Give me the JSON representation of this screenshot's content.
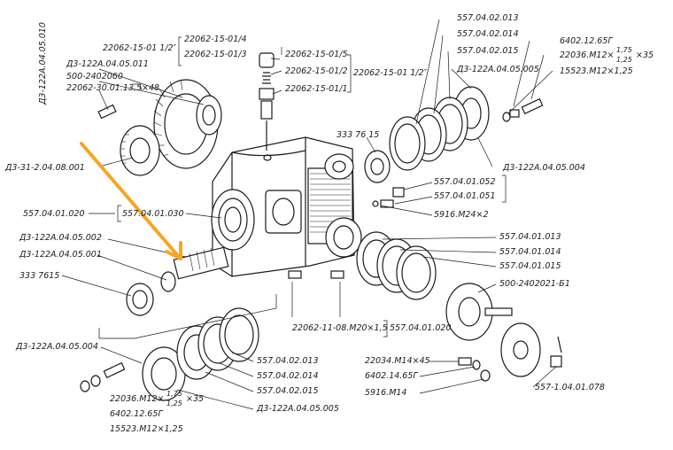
{
  "accent_color": "#f5a623",
  "labels": {
    "l_d3_1224_05010": "Д3-122А.04.05.010",
    "l_d3_1224_05011": "Д3-122А.04.05.011",
    "l_500_2402060": "500-2402060",
    "l_22062_30_01": "22062-30.01.13,5×48",
    "l_22062_15_01_half": "22062-15-01 1/2″",
    "l_22062_15_01_4": "22062-15-01/4",
    "l_22062_15_01_3": "22062-15-01/3",
    "l_22062_15_01_5": "22062-15-01/5",
    "l_22062_15_01_2": "22062-15-01/2",
    "l_22062_15_01_1": "22062-15-01/1",
    "l_22062_15_01_half_r": "22062-15-01 1/2″",
    "l_d3_31_2_04": "Д3-31-2.04.08.001",
    "l_557_04_01_020": "557.04.01.020",
    "l_557_04_01_030": "557.04.01.030",
    "l_d3_1224_05002": "Д3-122А.04.05.002",
    "l_d3_1224_05001": "Д3-122А.04.05.001",
    "l_333_7615_l": "333 7615",
    "l_557_04_02_013_t": "557.04.02.013",
    "l_557_04_02_014_t": "557.04.02.014",
    "l_557_04_02_015_t": "557.04.02.015",
    "l_d3_1224_05005_t": "Д3-122А.04.05.005",
    "l_6402_12_65g_t": "6402.12.65Г",
    "l_22036_m12_t": "22036.М12×",
    "l_frac_t_num": "1,75",
    "l_frac_t_den": "1,25",
    "l_x35_t": "×35",
    "l_15523_t": "15523.М12×1,25",
    "l_333_76_15_r": "333 76 15",
    "l_d3_1224_05004_r": "Д3-122А.04.05.004",
    "l_557_04_01_052": "557.04.01.052",
    "l_557_04_01_051": "557.04.01.051",
    "l_5916_m24": "5916.М24×2",
    "l_557_04_01_013": "557.04.01.013",
    "l_557_04_01_014": "557.04.01.014",
    "l_557_04_01_015": "557.04.01.015",
    "l_500_2402021": "500-2402021-Б1",
    "l_22062_11_08": "22062-11-08.М20×1,5",
    "l_557_04_01_020_b": "557.04.01.020",
    "l_d3_1224_05004_l": "Д3-122А.04.05.004",
    "l_557_04_02_013_b": "557.04.02.013",
    "l_557_04_02_014_b": "557.04.02.014",
    "l_557_04_02_015_b": "557.04.02.015",
    "l_d3_1224_05005_b": "Д3-122А.04.05.005",
    "l_22036_m12_b": "22036.М12×",
    "l_frac_b_num": "1,75",
    "l_frac_b_den": "1,25",
    "l_x35_b": "×35",
    "l_6402_12_65g_b": "6402.12.65Г",
    "l_15523_b": "15523.М12×1,25",
    "l_22034_m14": "22034.М14×45",
    "l_6402_14_65g": "6402.14.65Г",
    "l_5916_m14": "5916.М14",
    "l_557_1_04_01_078": "557-1.04.01.078"
  }
}
